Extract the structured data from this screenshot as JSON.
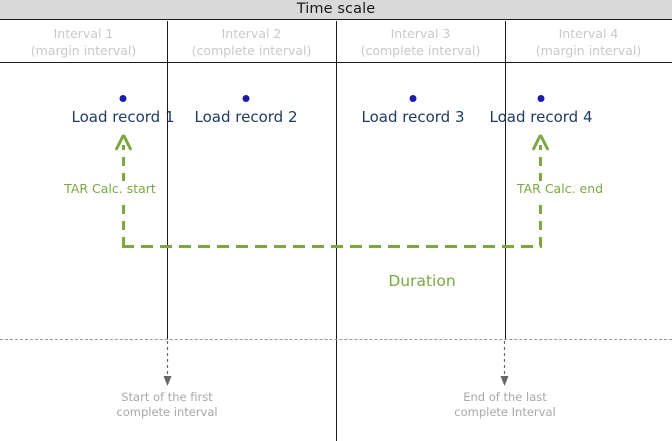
{
  "header": {
    "title": "Time scale",
    "bar_color": "#d9d9d9"
  },
  "intervals": [
    {
      "name": "Interval  1",
      "type": "(margin interval)"
    },
    {
      "name": "Interval  2",
      "type": "(complete interval)"
    },
    {
      "name": "Interval  3",
      "type": "(complete interval)"
    },
    {
      "name": "Interval  4",
      "type": "(margin interval)"
    }
  ],
  "records": [
    {
      "label": "Load record 1"
    },
    {
      "label": "Load record 2"
    },
    {
      "label": "Load record 3"
    },
    {
      "label": "Load record 4"
    }
  ],
  "annotations": {
    "tar_calc_start": "TAR Calc. start",
    "tar_calc_end": "TAR Calc. end",
    "duration": "Duration",
    "green_color": "#7ba840"
  },
  "bottom_captions": [
    {
      "line1": "Start of the first",
      "line2": "complete interval"
    },
    {
      "line1": "End of the last",
      "line2": "complete Interval"
    }
  ],
  "colors": {
    "record_dot": "#1a1ab0",
    "record_label": "#1f3b63",
    "interval_label": "#c9c9c9",
    "caption": "#a8a8a8",
    "rule": "#1a1a1a"
  }
}
